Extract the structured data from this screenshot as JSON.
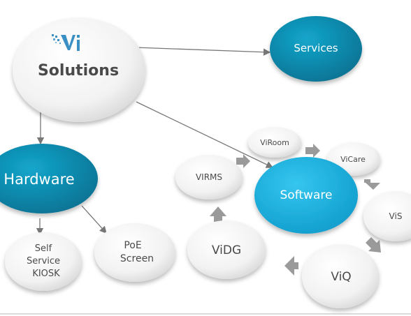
{
  "nodes": {
    "solutions": {
      "logo_text": "Vi",
      "label": "Solutions"
    },
    "services": {
      "label": "Services"
    },
    "hardware": {
      "label": "Hardware"
    },
    "self_service_kiosk": {
      "lines": [
        "Self",
        "Service",
        "KIOSK"
      ]
    },
    "poe_screen": {
      "lines": [
        "PoE",
        "Screen"
      ]
    },
    "software": {
      "label": "Software"
    },
    "viroom": {
      "label": "ViRoom"
    },
    "vicare": {
      "label": "ViCare"
    },
    "virms": {
      "label": "VIRMS"
    },
    "vis": {
      "label": "ViS"
    },
    "vidg": {
      "label": "ViDG"
    },
    "viq": {
      "label": "ViQ"
    }
  },
  "colors": {
    "teal": "#0a8fb5",
    "teal_dark": "#076f8e",
    "bright_blue": "#18b4e3",
    "white_node": "#f4f4f4",
    "arrow_gray": "#999999",
    "text_dark": "#4a4a4a",
    "logo_blue": "#3a8fc4"
  }
}
